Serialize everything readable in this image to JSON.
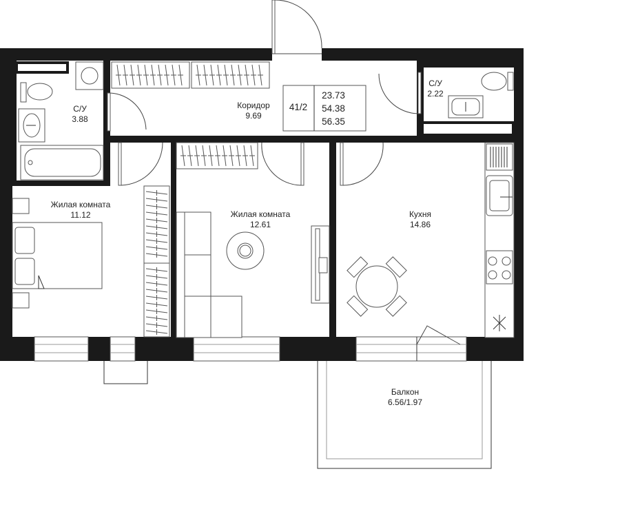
{
  "apartment": {
    "number": "41/2",
    "area_living": "23.73",
    "area_total": "54.38",
    "area_with_balcony": "56.35"
  },
  "rooms": {
    "bath_left": {
      "name": "С/У",
      "area": "3.88"
    },
    "corridor": {
      "name": "Коридор",
      "area": "9.69"
    },
    "bath_right": {
      "name": "С/У",
      "area": "2.22"
    },
    "bedroom": {
      "name": "Жилая комната",
      "area": "11.12"
    },
    "living": {
      "name": "Жилая комната",
      "area": "12.61"
    },
    "kitchen": {
      "name": "Кухня",
      "area": "14.86"
    },
    "balcony": {
      "name": "Балкон",
      "area": "6.56/1.97"
    }
  }
}
